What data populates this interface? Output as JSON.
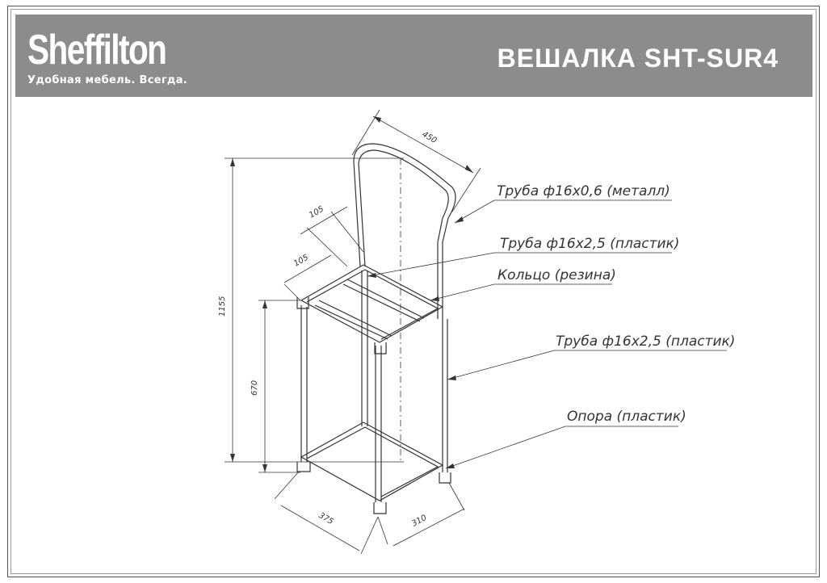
{
  "header": {
    "brand": "Sheffilton",
    "slogan": "Удобная мебель. Всегда.",
    "title": "ВЕШАЛКА SHT-SUR4"
  },
  "callouts": {
    "tube_metal": "Труба ф16х0,6 (металл)",
    "tube_plastic_top": "Труба ф16х2,5 (пластик)",
    "ring": "Кольцо (резина)",
    "tube_plastic_right": "Труба ф16х2,5 (пластик)",
    "support": "Опора (пластик)"
  },
  "dimensions": {
    "top_width": "450",
    "shelf_spacing_1": "105",
    "shelf_spacing_2": "105",
    "total_height": "1155",
    "frame_height": "670",
    "depth": "375",
    "width": "310"
  }
}
